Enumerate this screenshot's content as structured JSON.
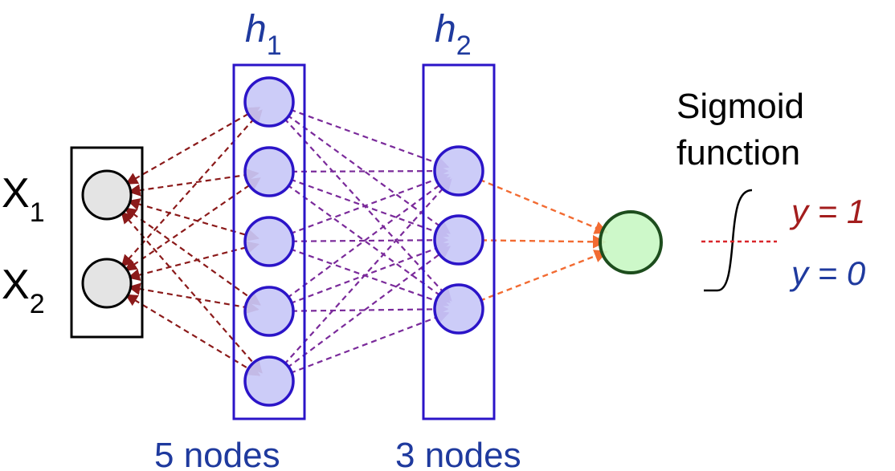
{
  "inputs": {
    "nodes": [
      {
        "var": "X",
        "sub": "1"
      },
      {
        "var": "X",
        "sub": "2"
      }
    ]
  },
  "hidden_layers": [
    {
      "var": "h",
      "sub": "1",
      "nodes": 5,
      "caption": "5 nodes"
    },
    {
      "var": "h",
      "sub": "2",
      "nodes": 3,
      "caption": "3 nodes"
    }
  ],
  "output": {
    "title_line1": "Sigmoid",
    "title_line2": "function",
    "y_high": "y = 1",
    "y_low": "y = 0"
  },
  "colors": {
    "input_fill": "#e2e2e2",
    "input_stroke": "#000000",
    "hidden_fill": "#c8c8f7",
    "hidden_stroke": "#2b14c8",
    "output_fill": "#c9f7c4",
    "output_stroke": "#1d4d1d",
    "edge_input_h1": "#8b1a1a",
    "edge_h1_h2": "#7a2a9a",
    "edge_h2_out": "#f26b32",
    "label_blue": "#1f3a9e",
    "y_high": "#a31d1d",
    "y_low": "#1f3a9e",
    "threshold": "#d9262a"
  }
}
